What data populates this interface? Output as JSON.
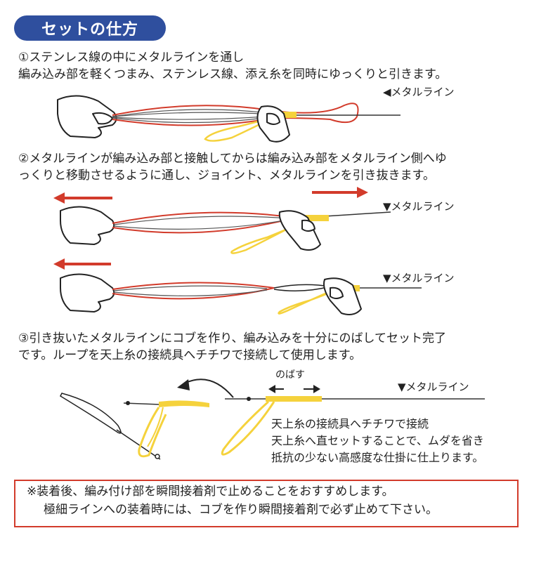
{
  "title": "セットの仕方",
  "step1": {
    "line1": "①ステンレス線の中にメタルラインを通し",
    "line2": "編み込み部を軽くつまみ、ステンレス線、添え糸を同時にゆっくりと引きます。",
    "label": "◀メタルライン"
  },
  "step2": {
    "line1": "②メタルラインが編み込み部と接触してからは編み込み部をメタルライン側へゆ",
    "line2": "っくりと移動させるように通し、ジョイント、メタルラインを引き抜きます。",
    "label_a": "▼メタルライン",
    "label_b": "▼メタルライン"
  },
  "step3": {
    "line1": "③引き抜いたメタルラインにコブを作り、編み込みを十分にのばしてセット完了",
    "line2": "です。ループを天上糸の接続具へチチワで接続して使用します。",
    "label": "▼メタルライン",
    "stretch_label": "のばす",
    "caption1": "天上糸の接続具へチチワで接続",
    "caption2": "天上糸へ直セットすることで、ムダを省き",
    "caption3": "抵抗の少ない高感度な仕掛に仕上ります。"
  },
  "note": {
    "line1": "※装着後、編み付け部を瞬間接着剤で止めることをおすすめします。",
    "line2": "極細ラインへの装着時には、コブを作り瞬間接着剤で必ず止めて下さい。"
  },
  "colors": {
    "badge": "#2f4f9e",
    "red_line": "#d23b2b",
    "yellow": "#f5d23c",
    "wire": "#333333"
  }
}
